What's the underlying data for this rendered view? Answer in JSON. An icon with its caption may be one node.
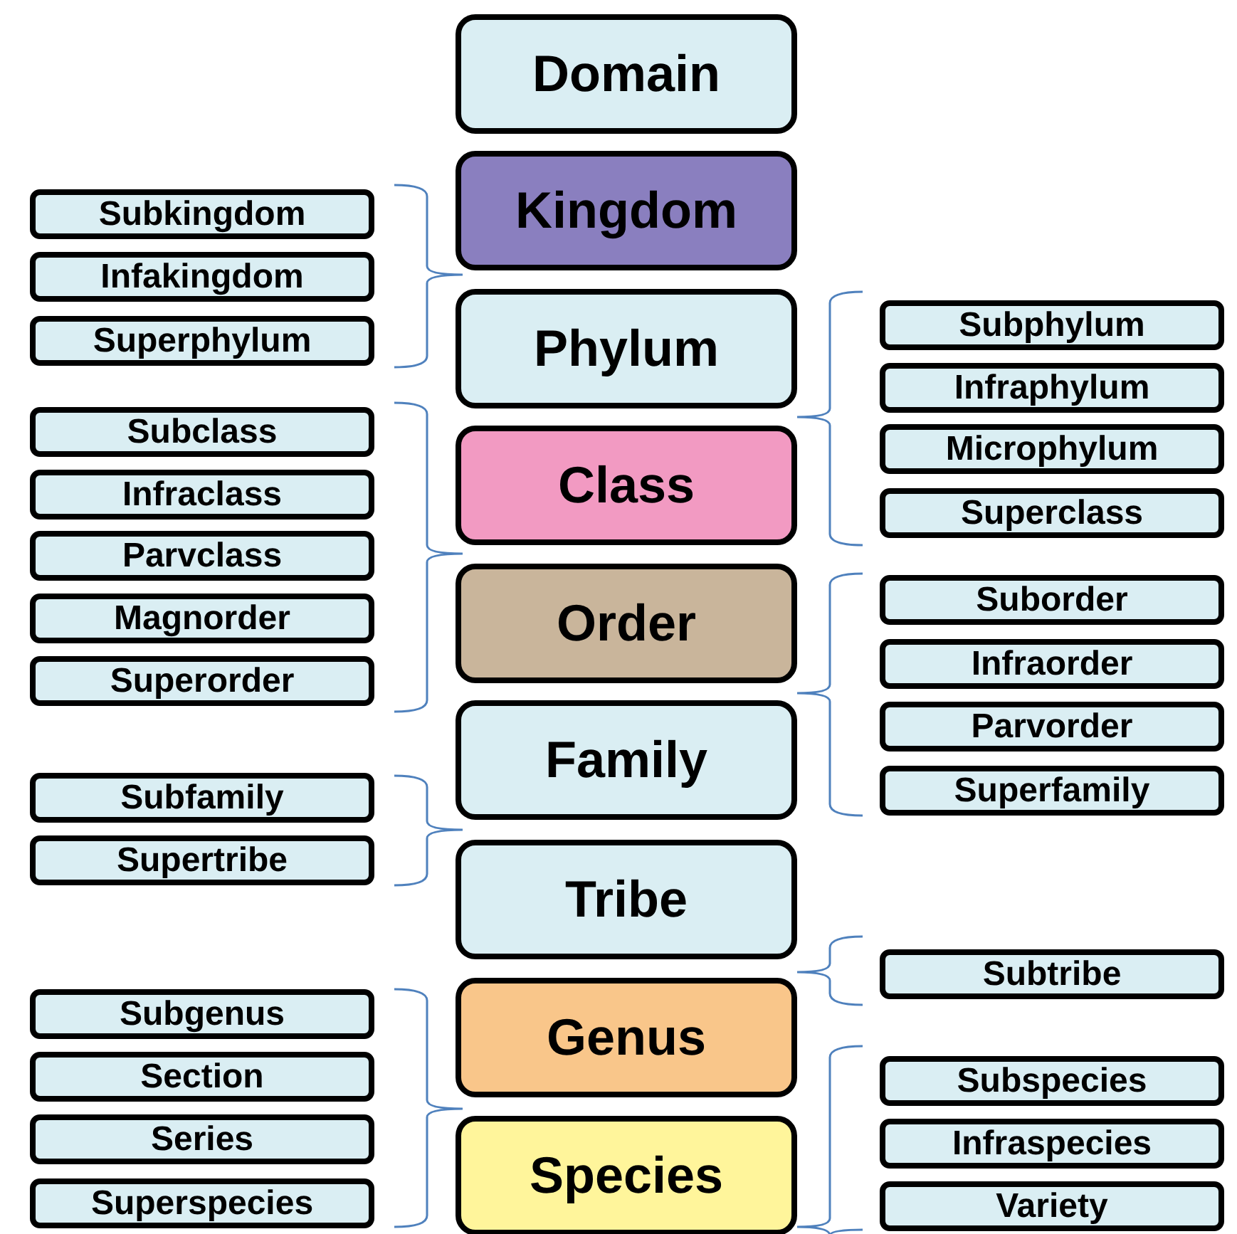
{
  "diagram": {
    "nodes": [
      {
        "text": [
          "Domain"
        ]
      },
      {
        "text": [
          "Kingdom"
        ]
      },
      {
        "text": [
          "Phylum"
        ]
      },
      {
        "text": [
          "Class"
        ]
      },
      {
        "text": [
          "Order"
        ]
      },
      {
        "text": [
          "Family"
        ]
      },
      {
        "text": [
          "Tribe"
        ]
      },
      {
        "text": [
          "Genus"
        ]
      },
      {
        "text": [
          "Species"
        ]
      },
      {
        "text": [
          "Subkingdom"
        ]
      },
      {
        "text": [
          "Infakingdom"
        ]
      },
      {
        "text": [
          "Superphylum"
        ]
      },
      {
        "text": [
          "Subclass"
        ]
      },
      {
        "text": [
          "Infraclass"
        ]
      },
      {
        "text": [
          "Parvclass"
        ]
      },
      {
        "text": [
          "Magnorder"
        ]
      },
      {
        "text": [
          "Superorder"
        ]
      },
      {
        "text": [
          "Subfamily"
        ]
      },
      {
        "text": [
          "Supertribe"
        ]
      },
      {
        "text": [
          "Subgenus"
        ]
      },
      {
        "text": [
          "Section"
        ]
      },
      {
        "text": [
          "Series"
        ]
      },
      {
        "text": [
          "Superspecies"
        ]
      },
      {
        "text": [
          "Subphylum"
        ]
      },
      {
        "text": [
          "Infraphylum"
        ]
      },
      {
        "text": [
          "Microphylum"
        ]
      },
      {
        "text": [
          "Superclass"
        ]
      },
      {
        "text": [
          "Suborder"
        ]
      },
      {
        "text": [
          "Infraorder"
        ]
      },
      {
        "text": [
          "Parvorder"
        ]
      },
      {
        "text": [
          "Superfamily"
        ]
      },
      {
        "text": [
          "Subtribe"
        ]
      },
      {
        "text": [
          "Subspecies"
        ]
      },
      {
        "text": [
          "Infraspecies"
        ]
      },
      {
        "text": [
          "Variety"
        ]
      }
    ]
  }
}
